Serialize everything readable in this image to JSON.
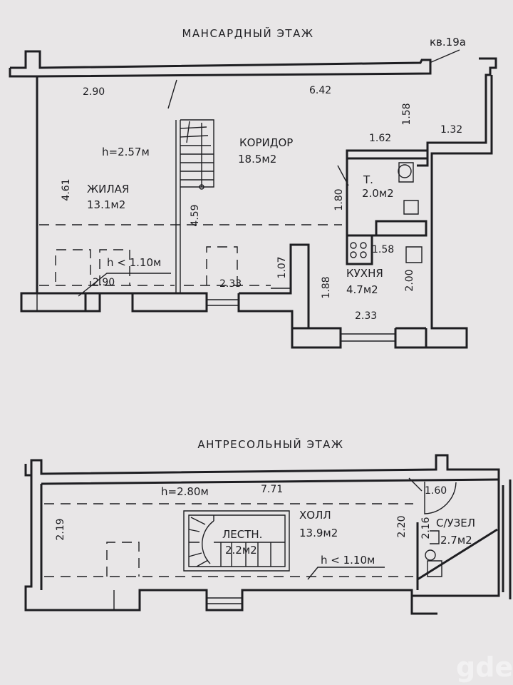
{
  "upper_floor": {
    "title": "МАНСАРДНЫЙ ЭТАЖ",
    "apartment": "кв.19а",
    "rooms": [
      {
        "name": "КОРИДОР",
        "area": "18.5м2"
      },
      {
        "name": "ЖИЛАЯ",
        "area": "13.1м2"
      },
      {
        "name": "Т.",
        "area": "2.0м2"
      },
      {
        "name": "КУХНЯ",
        "area": "4.7м2"
      }
    ],
    "height": "h=2.57м",
    "low_height": "h < 1.10м",
    "dims": {
      "top_left": "2.90",
      "top_right": "6.42",
      "living_height": "4.61",
      "stair": "4.59",
      "bottom_left": "2.90",
      "bottom_mid": "2.33",
      "mid_gap": "1.07",
      "wc_height": "1.80",
      "wc_top": "1.62",
      "shaft_v": "1.58",
      "shaft_w": "1.32",
      "kitchen_top": "1.58",
      "kitchen_left": "1.88",
      "kitchen_right": "2.00",
      "kitchen_bottom": "2.33"
    }
  },
  "lower_floor": {
    "title": "АНТРЕСОЛЬНЫЙ ЭТАЖ",
    "rooms": [
      {
        "name": "ХОЛЛ",
        "area": "13.9м2"
      },
      {
        "name": "ЛЕСТН.",
        "area": "2.2м2"
      },
      {
        "name": "С/УЗЕЛ",
        "area": "2.7м2"
      }
    ],
    "height": "h=2.80м",
    "low_height": "h < 1.10м",
    "dims": {
      "length": "7.71",
      "left_height": "2.19",
      "bath_width": "1.60",
      "bath_h1": "2.20",
      "bath_h2": "2.16"
    }
  },
  "watermark": "gde"
}
